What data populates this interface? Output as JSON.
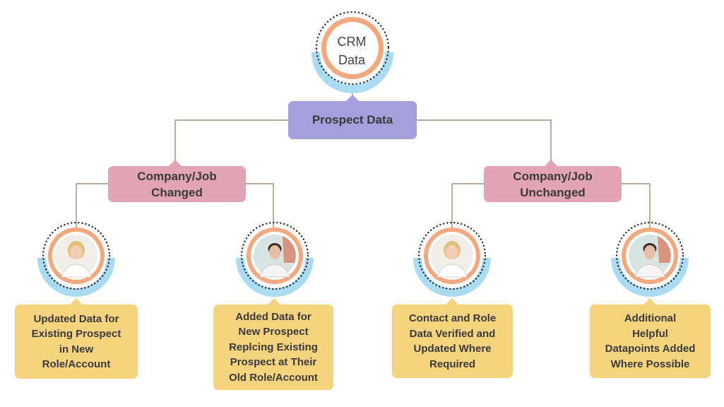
{
  "diagram": {
    "root": {
      "line1": "CRM",
      "line2": "Data"
    },
    "main": {
      "label": "Prospect Data"
    },
    "branches": [
      {
        "line1": "Company/Job",
        "line2": "Changed"
      },
      {
        "line1": "Company/Job",
        "line2": "Unchanged"
      }
    ],
    "leaves": [
      {
        "person": "woman",
        "lines": [
          "Updated Data for",
          "Existing Prospect",
          "in New",
          "Role/Account"
        ]
      },
      {
        "person": "man",
        "lines": [
          "Added Data for",
          "New Prospect",
          "Replcing Existing",
          "Prospect at Their",
          "Old Role/Account"
        ]
      },
      {
        "person": "woman",
        "lines": [
          "Contact and Role",
          "Data Verified and",
          "Updated Where",
          "Required"
        ]
      },
      {
        "person": "man",
        "lines": [
          "Additional",
          "Helpful",
          "Datapoints Added",
          "Where Possible"
        ]
      }
    ],
    "colors": {
      "ring_orange": "#f2a97f",
      "ring_blue": "#a9dbf3",
      "dots": "#2b2b2b",
      "main_box": "#a59fde",
      "branch_box": "#e3a4b6",
      "leaf_box": "#f6d47f",
      "connector": "#8a7d62"
    }
  }
}
